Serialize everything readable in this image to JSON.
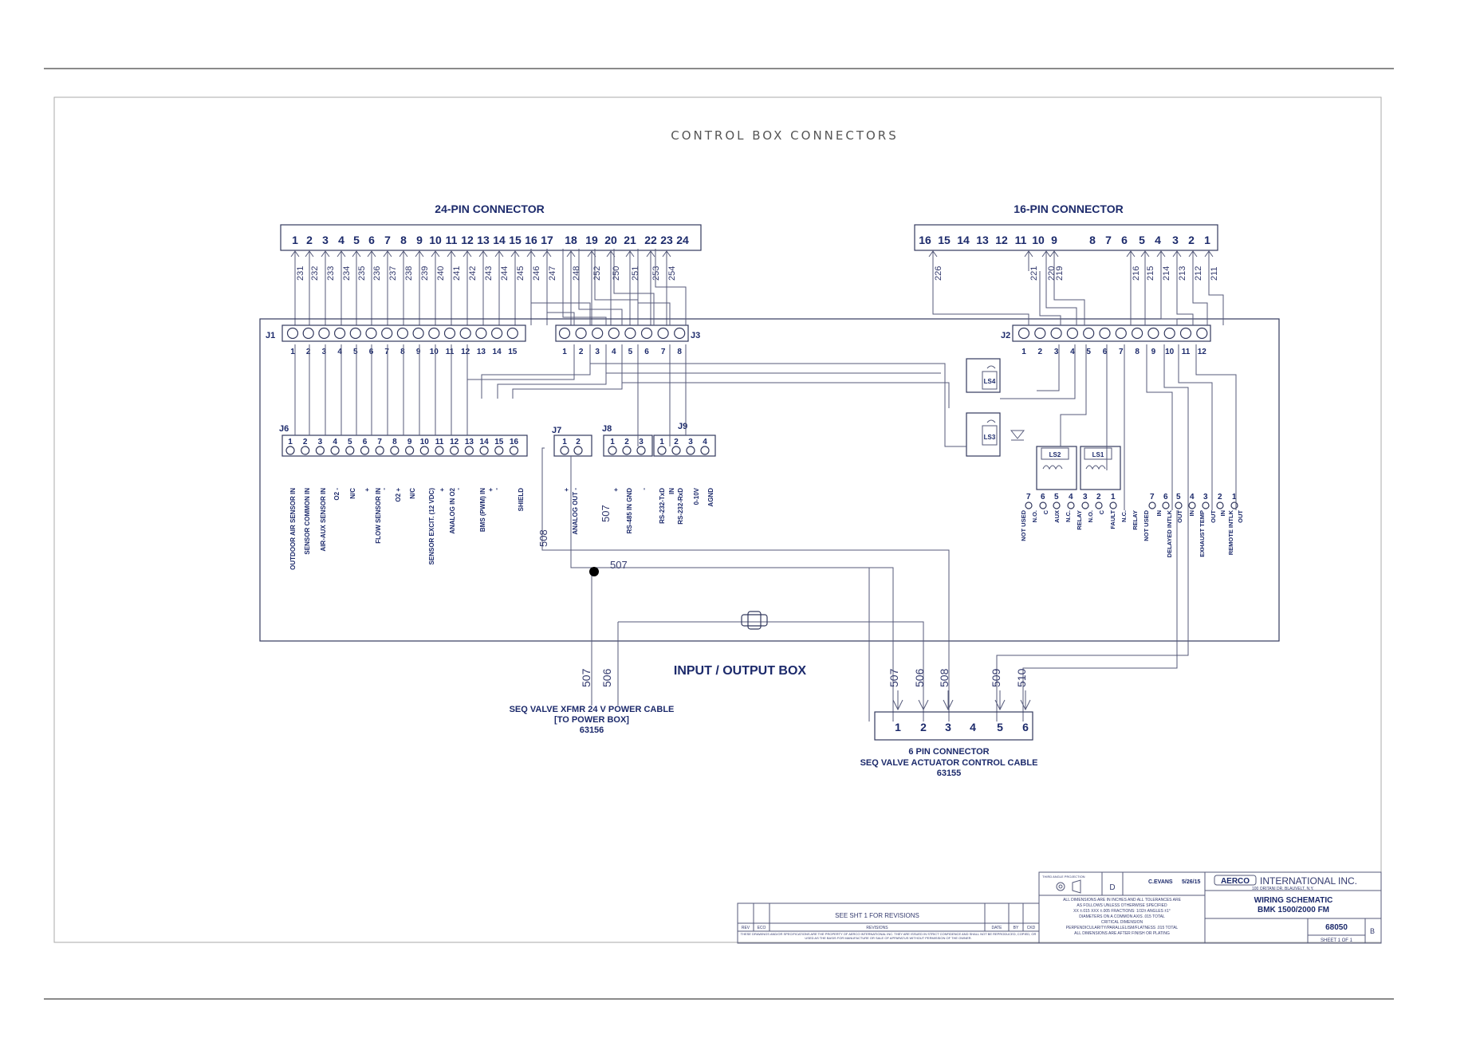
{
  "title": "CONTROL BOX CONNECTORS",
  "pin24": {
    "label": "24-PIN CONNECTOR",
    "pins": [
      "1",
      "2",
      "3",
      "4",
      "5",
      "6",
      "7",
      "8",
      "9",
      "10",
      "11",
      "12",
      "13",
      "14",
      "15",
      "16",
      "17",
      "18",
      "19",
      "20",
      "21",
      "22",
      "23",
      "24"
    ],
    "wires": [
      "231",
      "232",
      "233",
      "234",
      "235",
      "236",
      "237",
      "238",
      "239",
      "240",
      "241",
      "242",
      "243",
      "244",
      "245",
      "246",
      "247",
      "248",
      "252",
      "250",
      "251",
      "253",
      "254"
    ]
  },
  "pin16": {
    "label": "16-PIN CONNECTOR",
    "pins": [
      "16",
      "15",
      "14",
      "13",
      "12",
      "11",
      "10",
      "9",
      "8",
      "7",
      "6",
      "5",
      "4",
      "3",
      "2",
      "1"
    ],
    "wires": [
      "226",
      "221",
      "220",
      "219",
      "216",
      "215",
      "214",
      "213",
      "212",
      "211"
    ]
  },
  "j1": {
    "label": "J1",
    "pins": [
      "1",
      "2",
      "3",
      "4",
      "5",
      "6",
      "7",
      "8",
      "9",
      "10",
      "11",
      "12",
      "13",
      "14",
      "15"
    ]
  },
  "j3": {
    "label": "J3",
    "pins": [
      "1",
      "2",
      "3",
      "4",
      "5",
      "6",
      "7",
      "8"
    ]
  },
  "j2": {
    "label": "J2",
    "pins": [
      "1",
      "2",
      "3",
      "4",
      "5",
      "6",
      "7",
      "8",
      "9",
      "10",
      "11",
      "12"
    ]
  },
  "j6": {
    "label": "J6",
    "pins": [
      "1",
      "2",
      "3",
      "4",
      "5",
      "6",
      "7",
      "8",
      "9",
      "10",
      "11",
      "12",
      "13",
      "14",
      "15",
      "16"
    ],
    "signals": [
      "OUTDOOR AIR SENSOR  IN",
      "SENSOR COMMON  IN",
      "AIR-AUX SENSOR  IN",
      "O2  -",
      "N/C",
      "+",
      "FLOW SENSOR  IN",
      "-",
      "O2  +",
      "N/C",
      "SENSOR EXCIT. (12 VDC)",
      "+",
      "ANALOG  IN  O2",
      "-",
      "BMS (PWM)  IN",
      "+",
      "-",
      "SHIELD"
    ]
  },
  "j7": {
    "label": "J7",
    "pins": [
      "1",
      "2"
    ],
    "signals": [
      "+",
      "ANALOG OUT  -"
    ]
  },
  "j8": {
    "label": "J8",
    "pins": [
      "1",
      "2",
      "3"
    ],
    "signals": [
      "+",
      "RS-485 IN GND",
      "-"
    ]
  },
  "j9": {
    "label": "J9",
    "pins": [
      "1",
      "2",
      "3",
      "4"
    ],
    "signals": [
      "RS-232-TxD",
      "IN",
      "RS-232-RxD",
      "0-10V",
      "AGND"
    ]
  },
  "relays": [
    "LS4",
    "LS3",
    "LS2",
    "LS1"
  ],
  "j2_terms": {
    "left_nums": [
      "7",
      "6",
      "5",
      "4",
      "3",
      "2",
      "1"
    ],
    "left_signals": [
      "NOT USED",
      "N.O.",
      "C",
      "AUX",
      "N.C.",
      "RELAY",
      "N.O.",
      "C",
      "FAULT",
      "N.C.",
      "RELAY"
    ],
    "right_nums": [
      "7",
      "6",
      "5",
      "4",
      "3",
      "2",
      "1"
    ],
    "right_signals": [
      "NOT USED",
      "IN",
      "DELAYED INTLK",
      "OUT",
      "IN",
      "EXHAUST TEMP",
      "OUT",
      "IN",
      "REMOTE INTLK",
      "OUT"
    ]
  },
  "wire_labels": {
    "w507": "507",
    "w506": "506",
    "w508": "508",
    "w509": "509",
    "w510": "510"
  },
  "io_box_label": "INPUT / OUTPUT BOX",
  "power_cable": {
    "line1": "SEQ VALVE XFMR 24 V POWER CABLE",
    "line2": "[TO POWER BOX]",
    "line3": "63156"
  },
  "pin6": {
    "pins": [
      "1",
      "2",
      "3",
      "4",
      "5",
      "6"
    ],
    "label": "6 PIN CONNECTOR",
    "line2": "SEQ VALVE ACTUATOR CONTROL CABLE",
    "line3": "63155"
  },
  "titleblock": {
    "see_sht": "SEE SHT 1 FOR REVISIONS",
    "rev_headers": [
      "REV",
      "ECO",
      "REVISIONS",
      "DATE",
      "BY",
      "CKD"
    ],
    "proprietary": "THESE DRAWINGS AND/OR SPECIFICATIONS ARE THE PROPERTY OF AERCO INTERNATIONAL INC. THEY ARE ISSUED IN STRICT CONFIDENCE AND SHALL NOT BE REPRODUCED, COPIED, OR USED AS THE BASIS FOR MANUFACTURE OR SALE OF APPARATUS WITHOUT PERMISSION OF THE OWNER.",
    "projection": "THIRD ANGLE PROJECTION",
    "drawn": "C.EVANS",
    "date": "5/26/15",
    "size": "D",
    "tolerances": [
      "ALL DIMENSIONS ARE IN INCHES AND ALL TOLERANCES ARE",
      "AS FOLLOWS UNLESS OTHERWISE SPECIFIED",
      "XX ±.015  XXX ±.005  FRACTIONS: 1/32±  ANGLES ±1°",
      "DIAMETERS ON A COMMON AXIS  .015 TOTAL",
      "CRITICAL DIMENSION",
      "PERPENDICULARITY/PARALLELISM/FLATNESS .015 TOTAL",
      "ALL DIMENSIONS ARE AFTER FINISH OR PLATING"
    ],
    "company_logo": "AERCO",
    "company": "INTERNATIONAL INC.",
    "address": "100 ORITANI DR. BLAUVELT, N.Y.",
    "title1": "WIRING SCHEMATIC",
    "title2": "BMK 1500/2000 FM",
    "dwg_no": "68050",
    "rev": "B",
    "sheet": "SHEET 1 OF 1"
  }
}
